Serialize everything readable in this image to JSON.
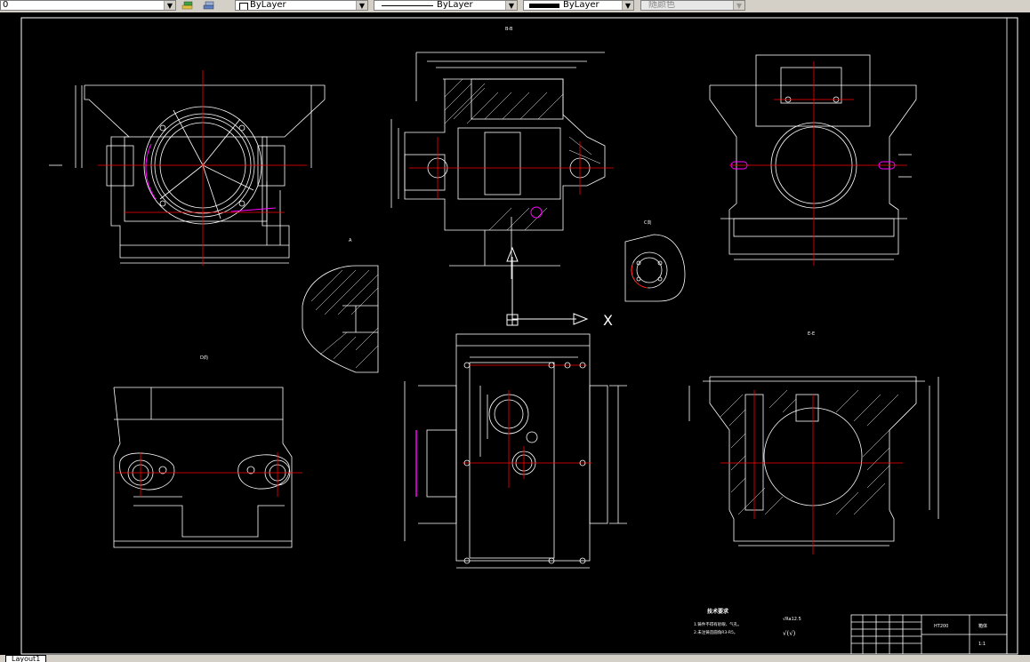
{
  "toolbar": {
    "layer_value": "0",
    "color_control": "ByLayer",
    "linetype_control": "ByLayer",
    "lineweight_control": "ByLayer",
    "plotstyle_control": "随颜色"
  },
  "drawing": {
    "section_label_top": "B-B",
    "view_label_a": "A",
    "view_label_c": "C向",
    "view_label_d": "D向",
    "view_label_e": "E-E",
    "tech_req_title": "技术要求",
    "tech_req_1": "1.铸件不得有砂眼、气孔。",
    "tech_req_2": "2.未注铸造圆角R3-R5。",
    "roughness_1": "√Ra12.5",
    "roughness_2": "√(√)",
    "title_name": "箱体",
    "title_material": "HT200",
    "title_scale": "1:1",
    "axis_x": "X"
  },
  "layout_tab": "Layout1",
  "colors": {
    "background": "#000000",
    "lines": "#ffffff",
    "centerline": "#ff0000",
    "highlight": "#ff00ff"
  }
}
